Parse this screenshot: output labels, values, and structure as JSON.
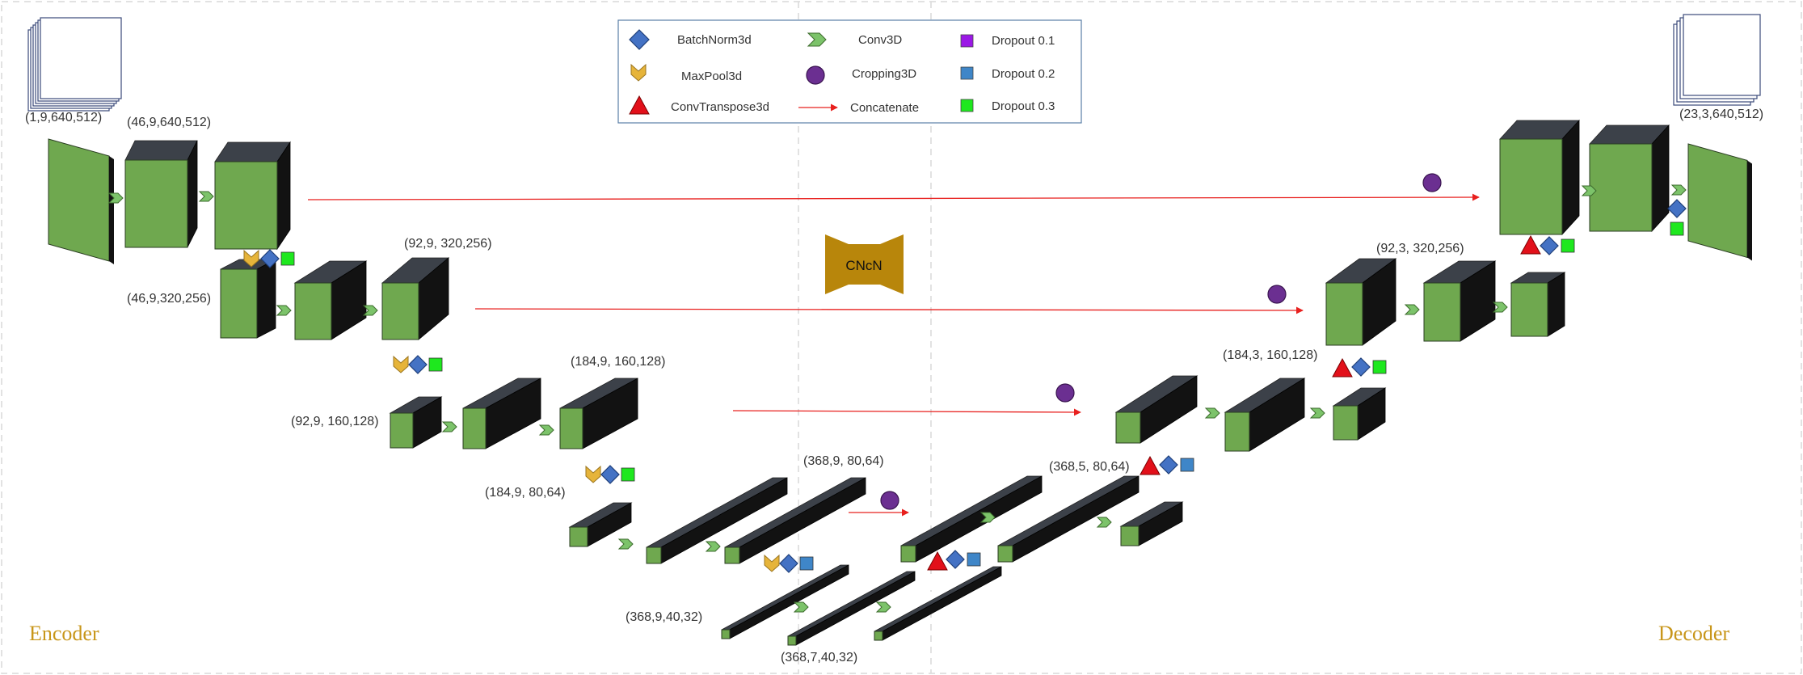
{
  "colors": {
    "front": "#6fa84f",
    "top": "#3c4149",
    "side": "#121212",
    "concat": "#e8201e",
    "crop": "#6b2f91",
    "bn": "#4472c4",
    "pool": "#e6b43a",
    "convt": "#e2101a",
    "d1": "#9b18e6",
    "d2": "#3f86c8",
    "d3": "#1ee81e",
    "bottleneck": "#b8860b",
    "side_label": "#c8961a"
  },
  "legend": {
    "items": [
      {
        "icon": "batchnorm-diamond-icon",
        "label": "BatchNorm3d"
      },
      {
        "icon": "maxpool-chevron-icon",
        "label": "MaxPool3d"
      },
      {
        "icon": "convtranspose-triangle-icon",
        "label": "ConvTranspose3d"
      },
      {
        "icon": "conv3d-arrow-icon",
        "label": "Conv3D"
      },
      {
        "icon": "cropping-circle-icon",
        "label": "Cropping3D"
      },
      {
        "icon": "concatenate-arrow-icon",
        "label": "Concatenate"
      },
      {
        "icon": "dropout-01-square-icon",
        "label": "Dropout 0.1"
      },
      {
        "icon": "dropout-02-square-icon",
        "label": "Dropout 0.2"
      },
      {
        "icon": "dropout-03-square-icon",
        "label": "Dropout 0.3"
      }
    ]
  },
  "bottleneck_label": "CNcN",
  "shapes": {
    "input": "(1,9,640,512)",
    "output": "(23,3,640,512)",
    "enc1": "(46,9,640,512)",
    "enc2_in": "(46,9,320,256)",
    "enc2_out": "(92,9, 320,256)",
    "enc3_in": "(92,9, 160,128)",
    "enc3_out": "(184,9, 160,128)",
    "enc4_in": "(184,9, 80,64)",
    "enc4_out": "(368,9, 80,64)",
    "enc5_in": "(368,9,40,32)",
    "bottom_out": "(368,7,40,32)",
    "dec4": "(368,5, 80,64)",
    "dec3": "(184,3, 160,128)",
    "dec2": "(92,3, 320,256)"
  },
  "sections": {
    "encoder": "Encoder",
    "decoder": "Decoder"
  }
}
